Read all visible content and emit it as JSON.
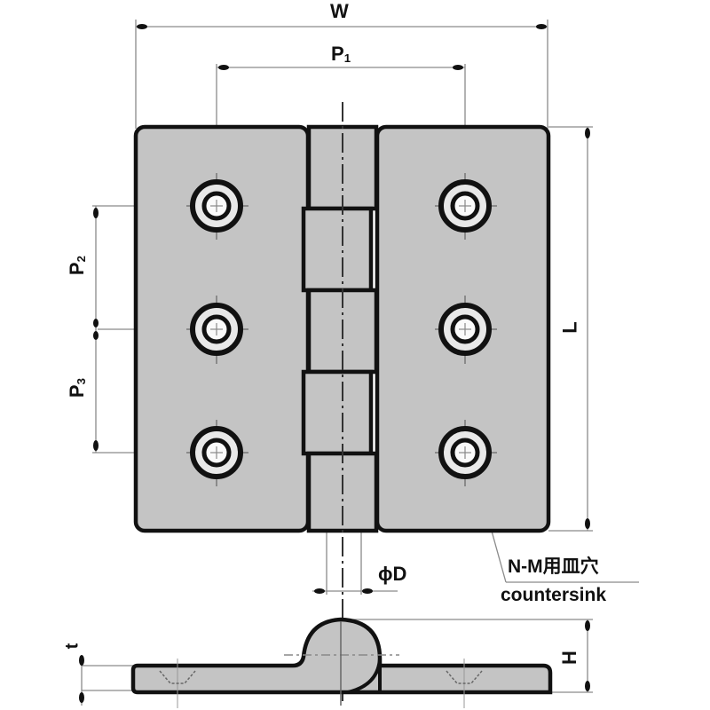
{
  "diagram": {
    "type": "technical-drawing",
    "subject": "butt hinge with 6 countersunk holes (top view and side view)",
    "colors": {
      "fill": "#c4c4c4",
      "outline": "#111111",
      "dimension_line": "#8a8a8a",
      "background": "#ffffff"
    },
    "dimensions": {
      "width": {
        "symbol": "W"
      },
      "hole_pitch_horizontal": {
        "symbol": "P",
        "subscript": "1"
      },
      "hole_pitch_vertical_upper": {
        "symbol": "P",
        "subscript": "2"
      },
      "hole_pitch_vertical_lower": {
        "symbol": "P",
        "subscript": "3"
      },
      "length": {
        "symbol": "L"
      },
      "pin_diameter": {
        "symbol": "ϕD"
      },
      "thickness": {
        "symbol": "t"
      },
      "height": {
        "symbol": "H"
      }
    },
    "callout": {
      "line1": "N-M用皿穴",
      "line2": "countersink"
    },
    "holes": {
      "count": 6,
      "columns": 2,
      "rows": 3
    },
    "knuckles": 5
  }
}
